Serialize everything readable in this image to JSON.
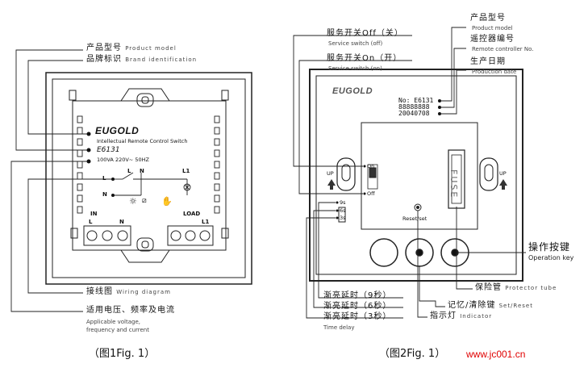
{
  "fig1": {
    "caption": "（图1Fig. 1）",
    "labels": {
      "product_model_zh": "产品型号",
      "product_model_en": "Product model",
      "brand_zh": "品牌标识",
      "brand_en": "Brand identification",
      "wiring_zh": "接线图",
      "wiring_en": "Wiring diagram",
      "voltage_zh": "适用电压、频率及电流",
      "voltage_en1": "Applicable voltage,",
      "voltage_en2": "frequency and current"
    },
    "pcb": {
      "brand": "EUGOLD",
      "subtitle": "Intellectual Remote Control Switch",
      "model": "E6131",
      "rating": "100VA   220V~ 50HZ",
      "l": "L",
      "n": "N",
      "l1": "L1",
      "in": "IN",
      "load": "LOAD",
      "in_l": "L",
      "in_n": "N",
      "load_l1": "L1"
    }
  },
  "fig2": {
    "caption": "（图2Fig. 1）",
    "labels": {
      "service_off_zh": "服务开关Off（关）",
      "service_off_en": "Service switch (off)",
      "service_on_zh": "服务开关On（开）",
      "service_on_en": "Service switch (on)",
      "product_model_zh": "产品型号",
      "product_model_en": "Product model",
      "remote_no_zh": "遥控器编号",
      "remote_no_en": "Remote controller No.",
      "production_date_zh": "生产日期",
      "production_date_en": "Production date",
      "operation_zh": "操作按键",
      "operation_en": "Operation key",
      "protector_zh": "保险管",
      "protector_en": "Protector tube",
      "set_reset_zh": "记忆/清除键",
      "set_reset_en": "Set/Reset",
      "indicator_zh": "指示灯",
      "indicator_en": "Indicator",
      "delay9": "渐亮延时（9秒）",
      "delay6": "渐亮延时（6秒）",
      "delay3": "渐亮延时（3秒）",
      "time_delay_en": "Time delay"
    },
    "device": {
      "brand": "EUGOLD",
      "model_line": "No: E6131",
      "remote_line": "88888888",
      "date_line": "20040708",
      "fuse": "FUSE",
      "up_left": "UP",
      "up_right": "UP",
      "on": "On",
      "off": "Off",
      "reset": "Reset/set",
      "t9": "9s",
      "t6": "6s",
      "t3": "3s"
    }
  },
  "watermark": "www.jc001.cn"
}
